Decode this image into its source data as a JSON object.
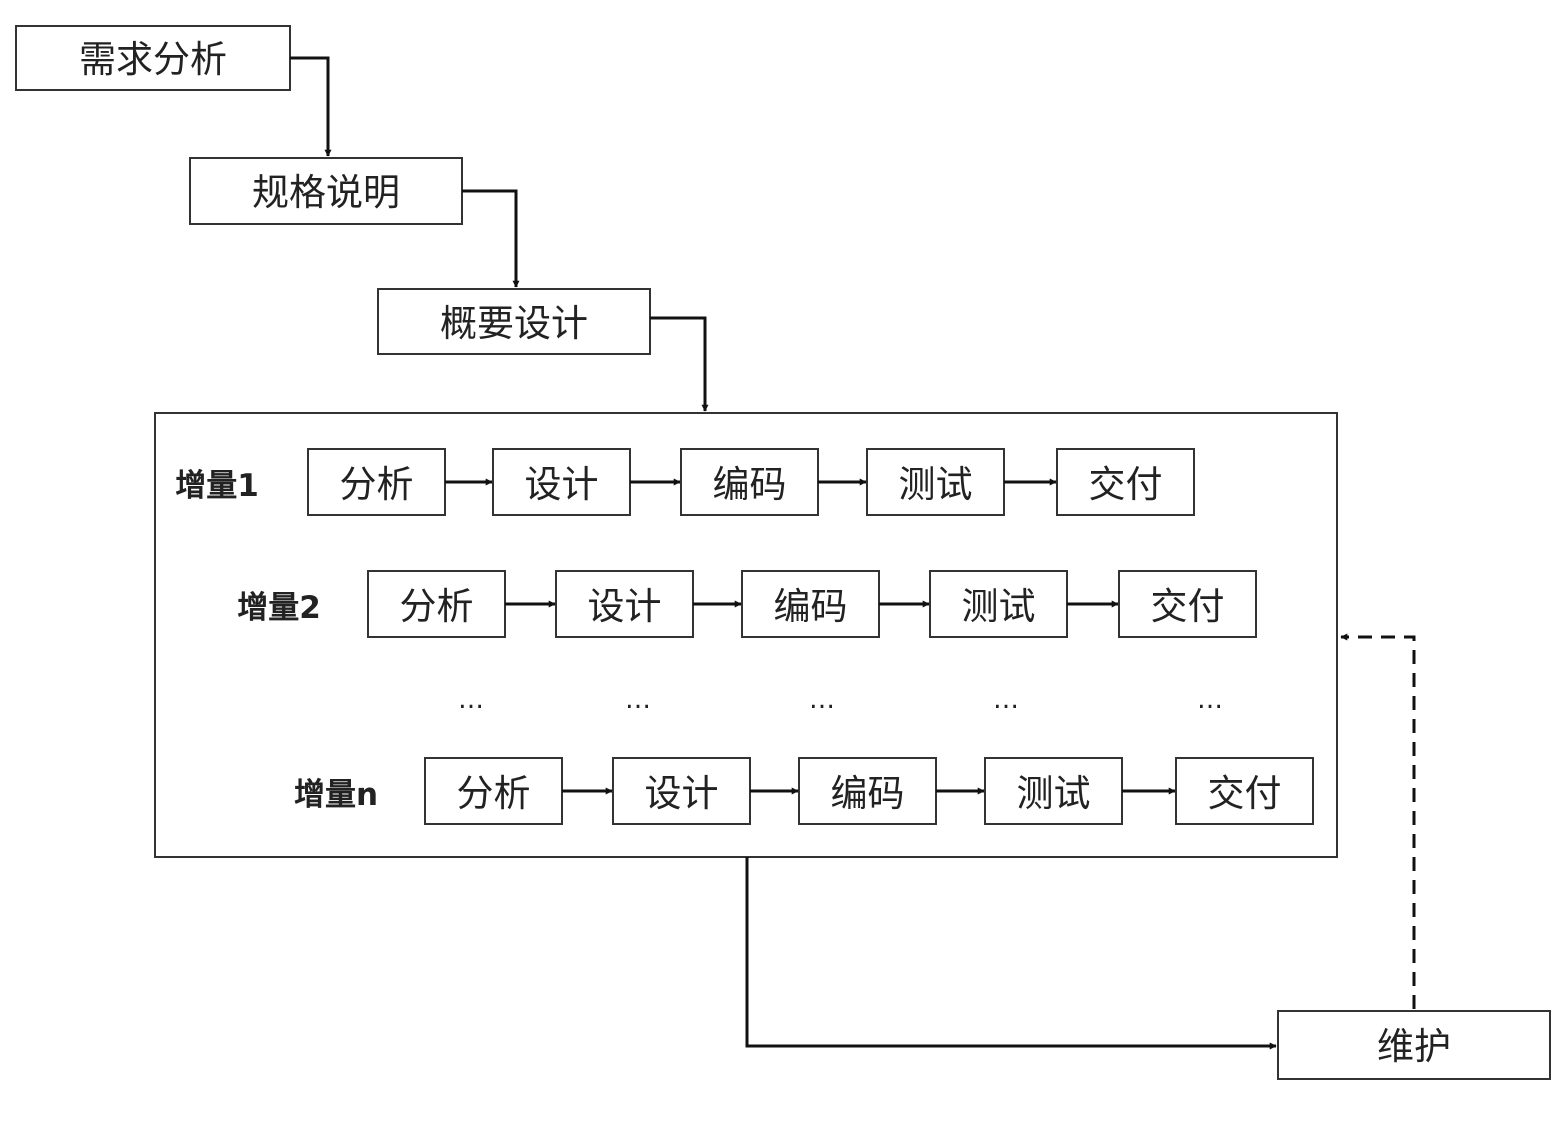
{
  "phases": {
    "requirements": "需求分析",
    "specification": "规格说明",
    "outline_design": "概要设计",
    "maintenance": "维护"
  },
  "increments": [
    {
      "label": "增量1",
      "steps": [
        "分析",
        "设计",
        "编码",
        "测试",
        "交付"
      ]
    },
    {
      "label": "增量2",
      "steps": [
        "分析",
        "设计",
        "编码",
        "测试",
        "交付"
      ]
    },
    {
      "label": "增量n",
      "steps": [
        "分析",
        "设计",
        "编码",
        "测试",
        "交付"
      ]
    }
  ],
  "ellipsis": "…",
  "colors": {
    "line": "#111111",
    "box_border": "#333333",
    "text": "#222222",
    "background": "#ffffff"
  }
}
